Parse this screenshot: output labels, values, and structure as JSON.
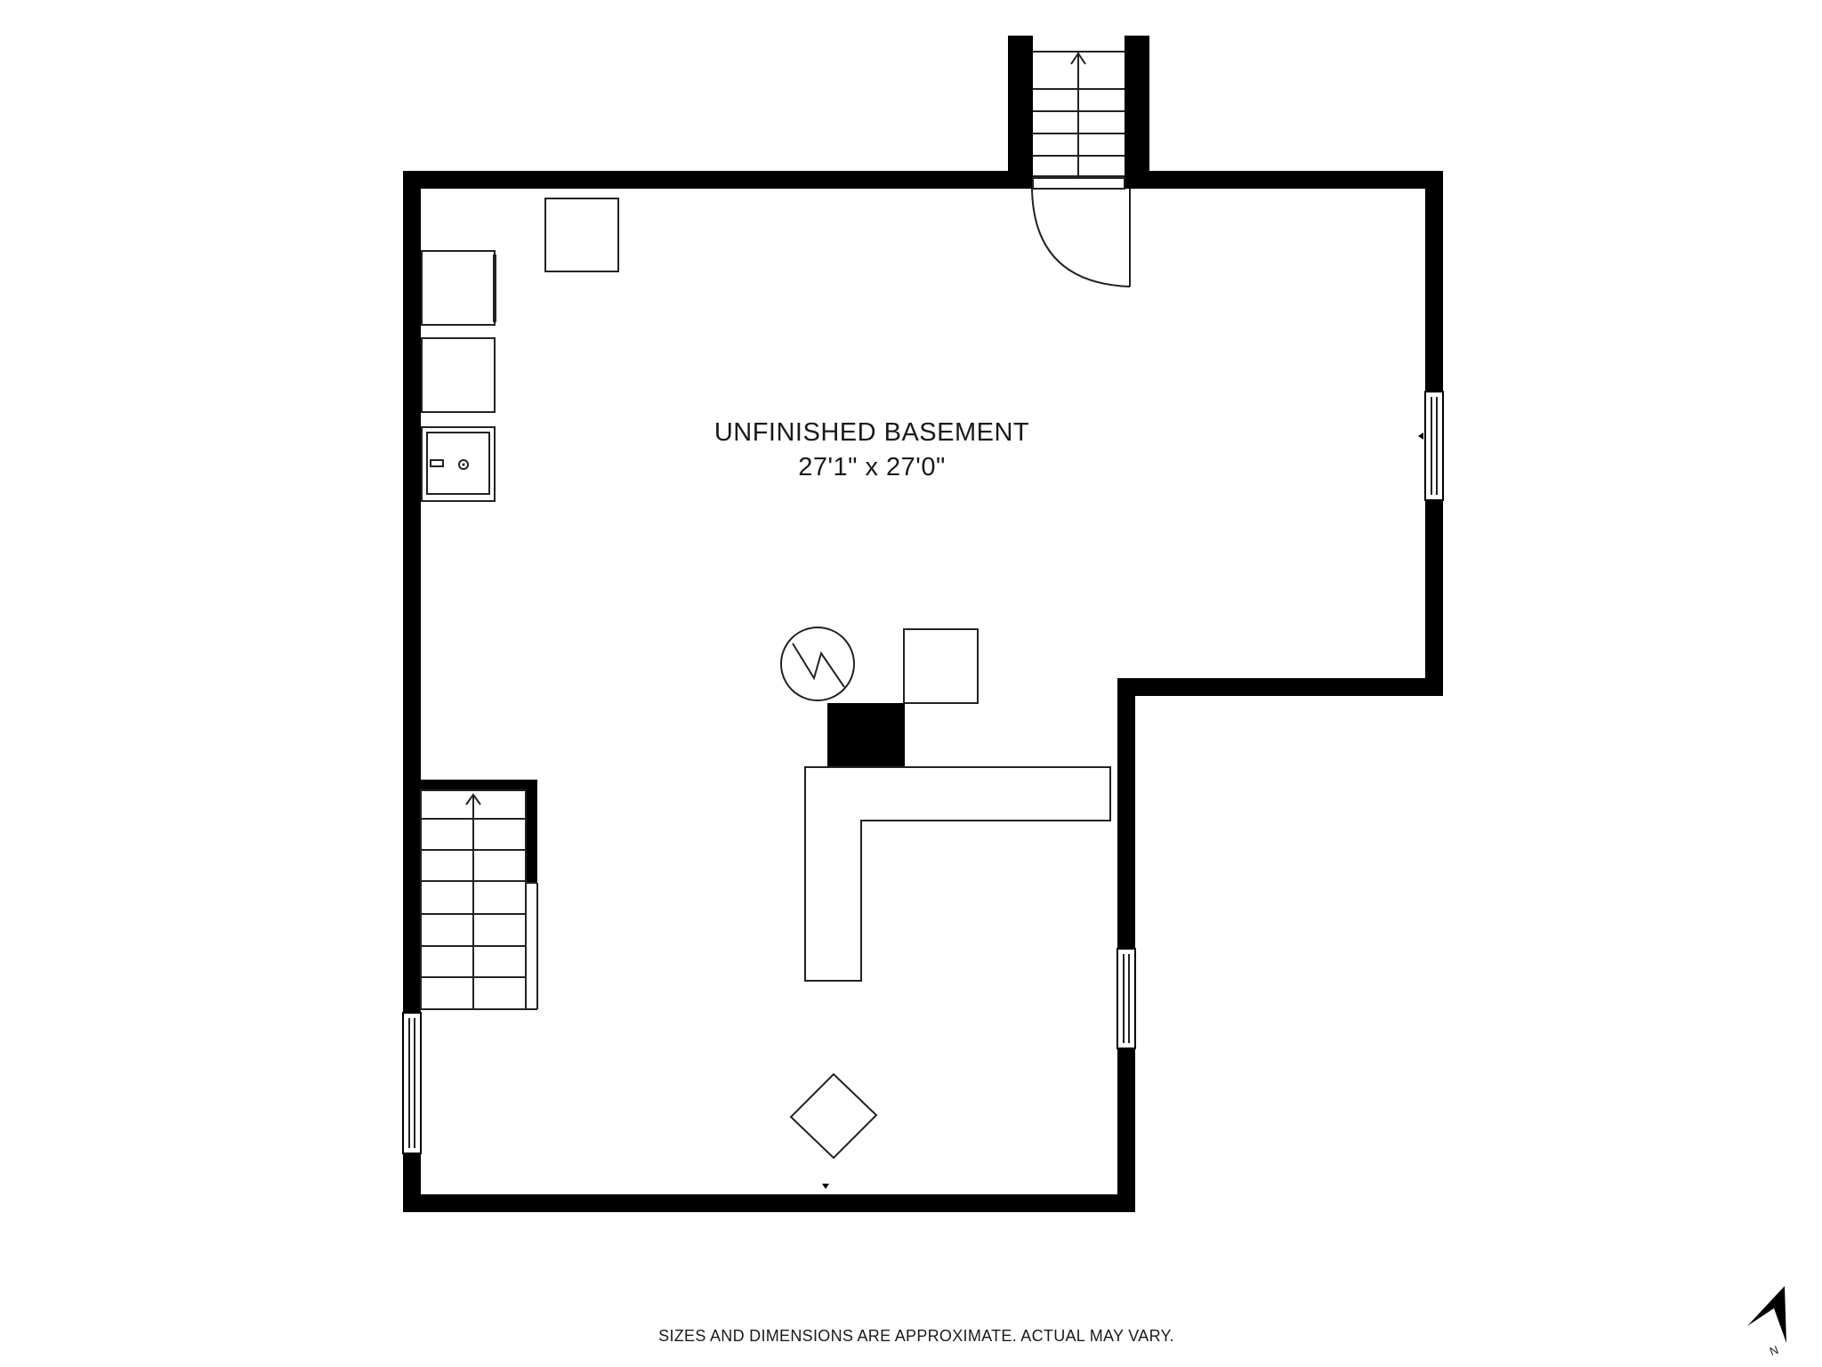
{
  "floor_plan": {
    "room": {
      "name": "UNFINISHED BASEMENT",
      "dimensions": "27'1\" x 27'0\""
    },
    "disclaimer": "SIZES AND DIMENSIONS ARE APPROXIMATE. ACTUAL MAY VARY.",
    "compass": {
      "label": "N",
      "icon": "north-arrow-icon"
    },
    "colors": {
      "wall": "#000000",
      "line": "#222222",
      "background": "#ffffff"
    }
  }
}
